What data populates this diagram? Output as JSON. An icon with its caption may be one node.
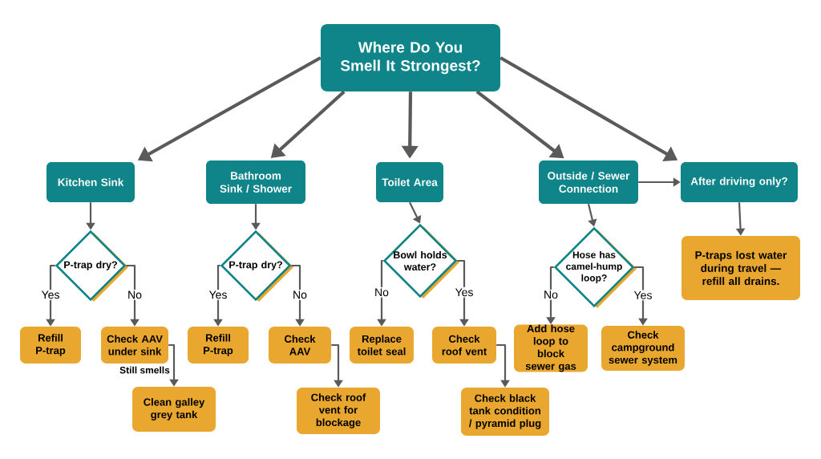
{
  "diagram": {
    "nodes": [
      {
        "text": [
          "Where Do You Smell It Strongest?"
        ]
      },
      {
        "text": [
          "Kitchen Sink"
        ]
      },
      {
        "text": [
          "Bathroom Sink / Shower"
        ]
      },
      {
        "text": [
          "Toilet Area"
        ]
      },
      {
        "text": [
          "Outside / Sewer Connection"
        ]
      },
      {
        "text": [
          "After driving only?"
        ]
      },
      {
        "text": [
          "P-trap dry?"
        ]
      },
      {
        "text": [
          "P-trap dry?"
        ]
      },
      {
        "text": [
          "Bowl holds water?"
        ]
      },
      {
        "text": [
          "Hose has camel-hump loop?"
        ]
      },
      {
        "text": [
          "P-traps lost water during travel — refill all drains."
        ]
      },
      {
        "text": [
          "Refill P-trap"
        ]
      },
      {
        "text": [
          "Check AAV under sink"
        ]
      },
      {
        "text": [
          "Clean galley grey tank"
        ]
      },
      {
        "text": [
          "Refill P-trap"
        ]
      },
      {
        "text": [
          "Check AAV"
        ]
      },
      {
        "text": [
          "Check roof vent for blockage"
        ]
      },
      {
        "text": [
          "Replace toilet seal"
        ]
      },
      {
        "text": [
          "Check roof vent"
        ]
      },
      {
        "text": [
          "Check black tank condition / pyramid plug"
        ]
      },
      {
        "text": [
          "Add hose loop to block sewer gas"
        ]
      },
      {
        "text": [
          "Check campground sewer system"
        ]
      }
    ],
    "edges": [
      {
        "from": 0,
        "to": 1,
        "arrow": "to",
        "style": "thick"
      },
      {
        "from": 0,
        "to": 2,
        "arrow": "to",
        "style": "thick"
      },
      {
        "from": 0,
        "to": 3,
        "arrow": "to",
        "style": "thick"
      },
      {
        "from": 0,
        "to": 4,
        "arrow": "to",
        "style": "thick"
      },
      {
        "from": 0,
        "to": 5,
        "arrow": "to",
        "style": "thick"
      },
      {
        "from": 4,
        "to": 5,
        "arrow": "to"
      },
      {
        "from": 1,
        "to": 6,
        "arrow": "to"
      },
      {
        "from": 2,
        "to": 7,
        "arrow": "to"
      },
      {
        "from": 3,
        "to": 8,
        "arrow": "to"
      },
      {
        "from": 4,
        "to": 9,
        "arrow": "to"
      },
      {
        "from": 5,
        "to": 10,
        "arrow": "to"
      },
      {
        "from": 6,
        "to": 11,
        "arrow": "to",
        "label": "Yes"
      },
      {
        "from": 6,
        "to": 12,
        "arrow": "to",
        "label": "No"
      },
      {
        "from": 12,
        "to": 13,
        "arrow": "to",
        "label": "Still smells"
      },
      {
        "from": 7,
        "to": 14,
        "arrow": "to",
        "label": "Yes"
      },
      {
        "from": 7,
        "to": 15,
        "arrow": "to",
        "label": "No"
      },
      {
        "from": 15,
        "to": 16,
        "arrow": "to"
      },
      {
        "from": 8,
        "to": 17,
        "arrow": "to",
        "label": "No"
      },
      {
        "from": 8,
        "to": 18,
        "arrow": "to",
        "label": "Yes"
      },
      {
        "from": 18,
        "to": 19,
        "arrow": "to"
      },
      {
        "from": 9,
        "to": 20,
        "arrow": "to",
        "label": "No"
      },
      {
        "from": 9,
        "to": 21,
        "arrow": "to",
        "label": "Yes"
      }
    ]
  }
}
